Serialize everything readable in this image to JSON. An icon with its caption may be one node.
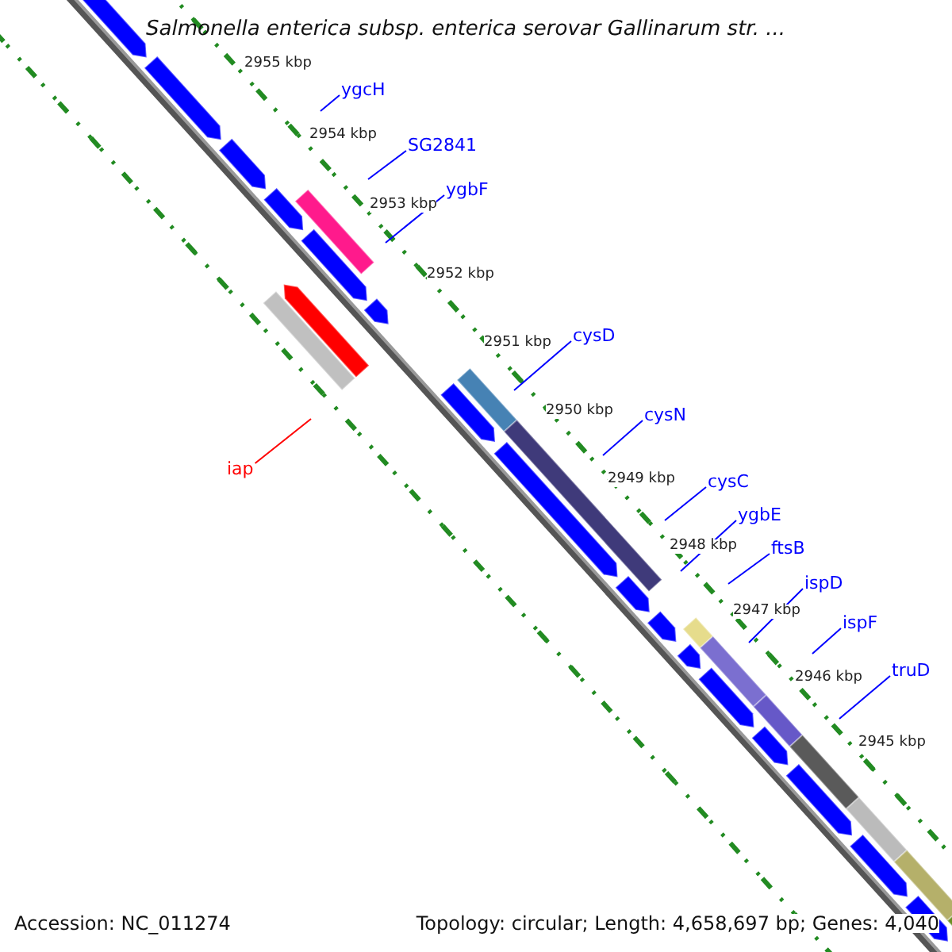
{
  "diagram": {
    "title": "Salmonella enterica subsp. enterica serovar Gallinarum str. ...",
    "nodes": [
      {
        "text": [
          "ygcH"
        ]
      },
      {
        "text": [
          "SG2841"
        ]
      },
      {
        "text": [
          "ygbF"
        ]
      },
      {
        "text": [
          "cysD"
        ]
      },
      {
        "text": [
          "cysN"
        ]
      },
      {
        "text": [
          "cysC"
        ]
      },
      {
        "text": [
          "ygbE"
        ]
      },
      {
        "text": [
          "ftsB"
        ]
      },
      {
        "text": [
          "ispD"
        ]
      },
      {
        "text": [
          "ispF"
        ]
      },
      {
        "text": [
          "truD"
        ]
      },
      {
        "text": [
          "iap"
        ]
      }
    ],
    "edges": [
      {
        "from": 0,
        "to": null,
        "arrow": "none"
      },
      {
        "from": 1,
        "to": null,
        "arrow": "none"
      },
      {
        "from": 2,
        "to": null,
        "arrow": "none"
      },
      {
        "from": 3,
        "to": null,
        "arrow": "none"
      },
      {
        "from": 4,
        "to": null,
        "arrow": "none"
      },
      {
        "from": 5,
        "to": null,
        "arrow": "none"
      },
      {
        "from": 6,
        "to": null,
        "arrow": "none"
      },
      {
        "from": 7,
        "to": null,
        "arrow": "none"
      },
      {
        "from": 8,
        "to": null,
        "arrow": "none"
      },
      {
        "from": 9,
        "to": null,
        "arrow": "none"
      },
      {
        "from": 10,
        "to": null,
        "arrow": "none"
      },
      {
        "from": 11,
        "to": null,
        "arrow": "none",
        "color": "#ff0000"
      }
    ],
    "labels": [
      "2955 kbp",
      "2954 kbp",
      "2953 kbp",
      "2952 kbp",
      "2951 kbp",
      "2950 kbp",
      "2949 kbp",
      "2948 kbp",
      "2947 kbp",
      "2946 kbp",
      "2945 kbp",
      "Accession: NC_011274",
      "Topology: circular; Length: 4,658,697 bp; Genes: 4,040"
    ]
  }
}
